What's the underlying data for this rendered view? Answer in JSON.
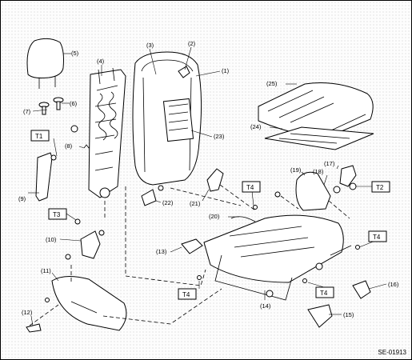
{
  "figure": {
    "code": "SE-01913"
  },
  "callouts": [
    "(1)",
    "(2)",
    "(3)",
    "(4)",
    "(5)",
    "(6)",
    "(7)",
    "(8)",
    "(9)",
    "(10)",
    "(11)",
    "(12)",
    "(13)",
    "(14)",
    "(15)",
    "(16)",
    "(17)",
    "(18)",
    "(19)",
    "(20)",
    "(21)",
    "(22)",
    "(23)",
    "(24)",
    "(25)"
  ],
  "torque_labels": [
    "T1",
    "T2",
    "T3",
    "T4",
    "T4",
    "T4",
    "T4"
  ]
}
